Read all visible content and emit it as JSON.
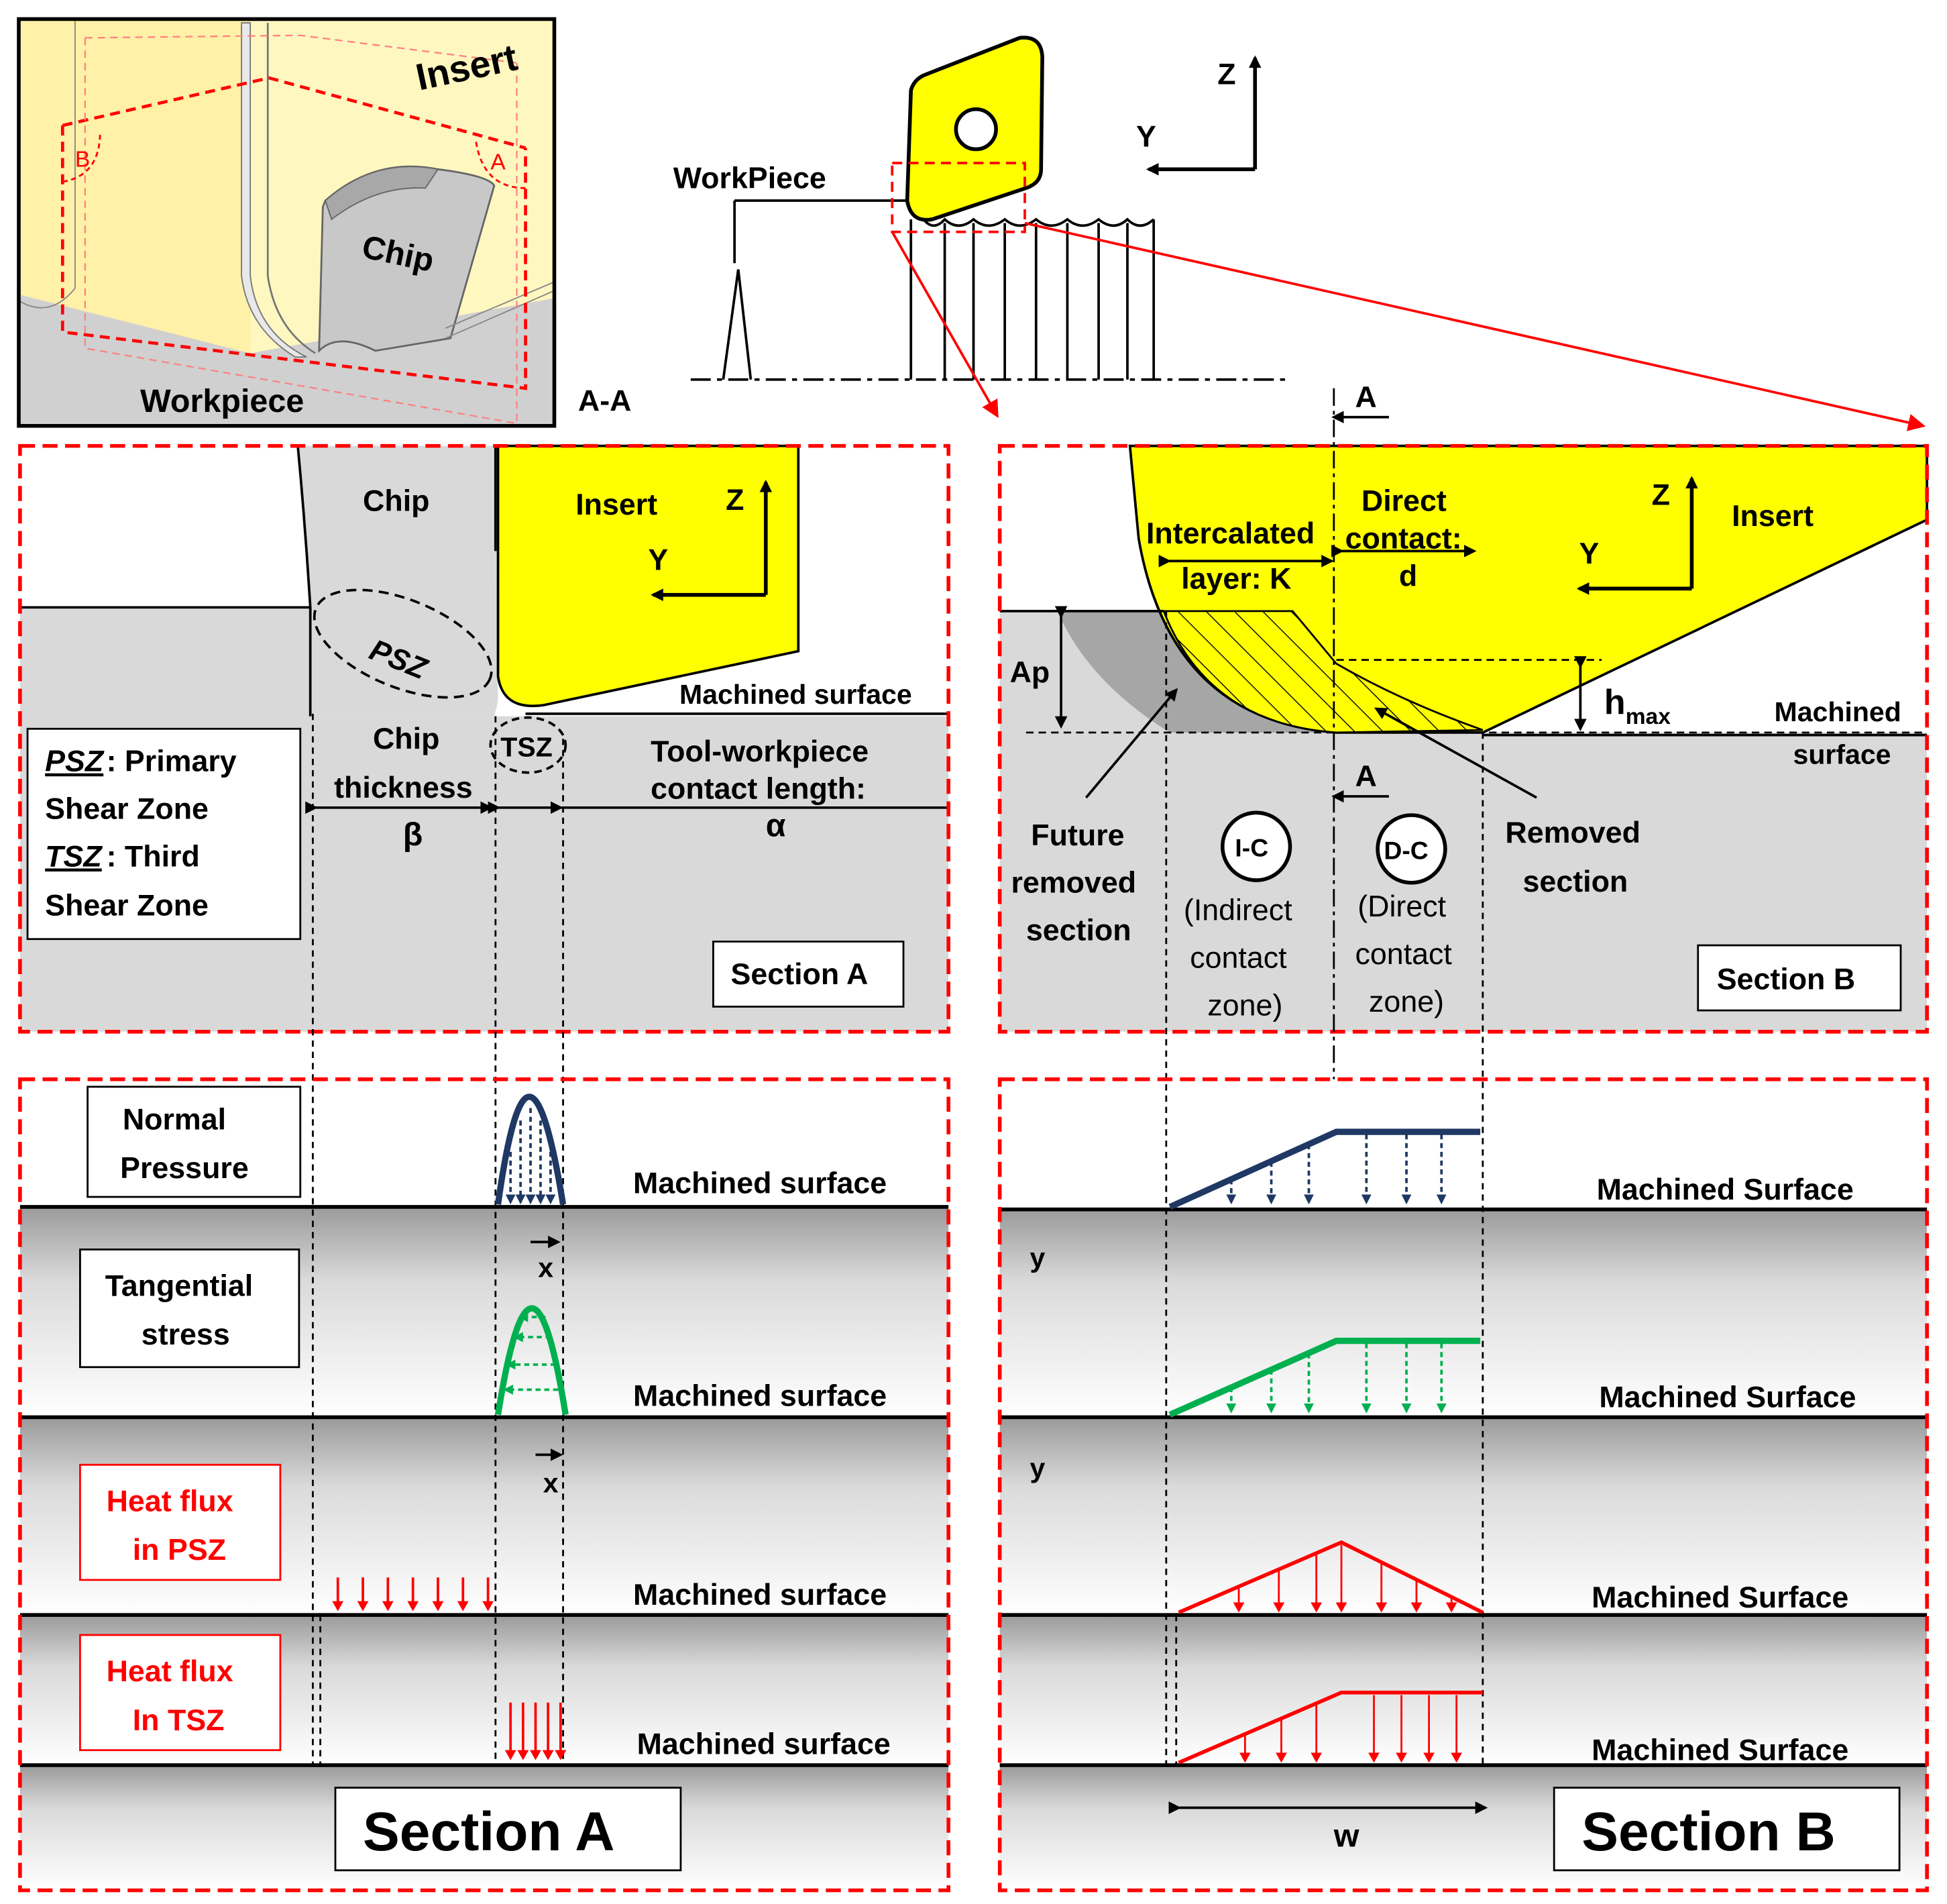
{
  "colors": {
    "insert_yellow": "#ffff00",
    "insert_yellow_light": "#fff3b0",
    "workpiece_gray": "#d9d9d9",
    "dashed_red": "#ff0000",
    "normal_pressure": "#1f3864",
    "tangential_stress": "#00b050",
    "heat_flux": "#ff0000"
  },
  "inset": {
    "insert": "Insert",
    "chip": "Chip",
    "workpiece": "Workpiece",
    "label_a": "A",
    "label_b": "B"
  },
  "top": {
    "workpiece": "WorkPiece",
    "axis_z": "Z",
    "axis_y": "Y",
    "aa": "A-A"
  },
  "section_a": {
    "chip": "Chip",
    "insert": "Insert",
    "axis_z": "Z",
    "axis_y": "Y",
    "psz": "PSZ",
    "tsz": "TSZ",
    "machined_surface": "Machined surface",
    "chip_thickness_1": "Chip",
    "chip_thickness_2": "thickness",
    "beta": "β",
    "contact_1": "Tool-workpiece",
    "contact_2": "contact  length:",
    "alpha": "α",
    "legend_psz_abbr": "PSZ",
    "legend_psz_text": ": Primary",
    "legend_psz_line2": "Shear Zone",
    "legend_tsz_abbr": "TSZ",
    "legend_tsz_text": ": Third",
    "legend_tsz_line2": "Shear Zone",
    "section_label": "Section A"
  },
  "section_b": {
    "a_top": "A",
    "a_mid": "A",
    "insert": "Insert",
    "axis_z": "Z",
    "axis_y": "Y",
    "intercalated_1": "Intercalated",
    "intercalated_2": "layer: K",
    "direct_1": "Direct",
    "direct_2": "contact:",
    "direct_3": "d",
    "ap": "Ap",
    "hmax_h": "h",
    "hmax_sub": "max",
    "machined_1": "Machined",
    "machined_2": "surface",
    "future_1": "Future",
    "future_2": "removed",
    "future_3": "section",
    "ic": "I-C",
    "ic_1": "(Indirect",
    "ic_2": "contact",
    "ic_3": "zone)",
    "dc": "D-C",
    "dc_1": "(Direct",
    "dc_2": "contact",
    "dc_3": "zone)",
    "removed_1": "Removed",
    "removed_2": "section",
    "section_label": "Section  B"
  },
  "loads_a": {
    "normal_1": "Normal",
    "normal_2": "Pressure",
    "tangential_1": "Tangential",
    "tangential_2": "stress",
    "heat_psz_1": "Heat flux",
    "heat_psz_2": "in PSZ",
    "heat_tsz_1": "Heat flux",
    "heat_tsz_2": "In TSZ",
    "machined_surface": "Machined  surface",
    "x": "x",
    "section_label": "Section   A"
  },
  "loads_b": {
    "machined_surface": "Machined Surface",
    "y": "y",
    "w": "w",
    "section_label": "Section   B"
  }
}
